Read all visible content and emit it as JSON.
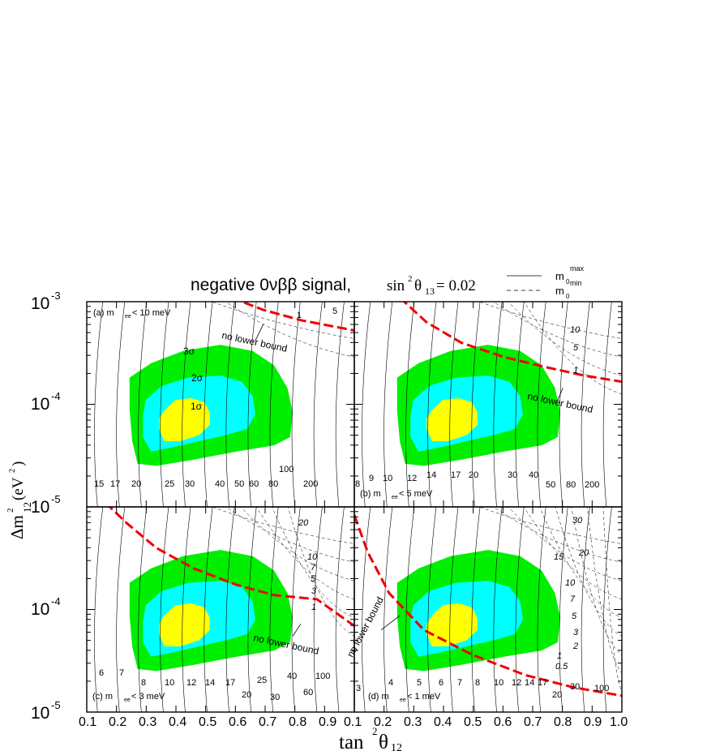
{
  "figure": {
    "title_text": "negative 0νββ signal,",
    "title_param": "sin",
    "title_sup": "2",
    "title_theta": "θ",
    "title_sub": "13",
    "title_value": " = 0.02",
    "legend": [
      {
        "name": "m",
        "sup": "max",
        "sub": "0",
        "style": "solid"
      },
      {
        "name": "m",
        "sup": "min",
        "sub": "0",
        "style": "dashed"
      }
    ],
    "xlabel": {
      "main": "tan",
      "sup": "2",
      "theta": "θ",
      "sub": "12"
    },
    "ylabel": {
      "main": "Δm",
      "sup": "2",
      "sub": "12",
      "unit": "(eV",
      "unitsup": "2",
      "unitend": ")"
    },
    "x_ticks_left": [
      "0.1",
      "0.2",
      "0.3",
      "0.4",
      "0.5",
      "0.6",
      "0.7",
      "0.8",
      "0.9"
    ],
    "x_ticks_right": [
      "0.1",
      "0.2",
      "0.3",
      "0.4",
      "0.5",
      "0.6",
      "0.7",
      "0.8",
      "0.9",
      "1.0"
    ],
    "y_ticks": [
      {
        "base": "10",
        "exp": "-3",
        "value": 0.001
      },
      {
        "base": "10",
        "exp": "-4",
        "value": 0.0001
      },
      {
        "base": "10",
        "exp": "-5",
        "value": 1e-05
      },
      {
        "base": "10",
        "exp": "-4",
        "value": 0.0001
      },
      {
        "base": "10",
        "exp": "-5",
        "value": 1e-05
      }
    ],
    "region_colors": {
      "sigma1": "#ffff00",
      "sigma2": "#00ffff",
      "sigma3": "#00ee00",
      "bound": "#ee0000"
    }
  },
  "chart_data": [
    {
      "type": "contour",
      "panel": "a",
      "label": "(a) m",
      "label_sub": "ee",
      "label_cond": " < 10 meV",
      "xlim": [
        0.1,
        1.0
      ],
      "ylim": [
        1e-05,
        0.001
      ],
      "yscale": "log",
      "sigma_labels": [
        "1σ",
        "2σ",
        "3σ"
      ],
      "solid_labels": [
        "15",
        "17",
        "20",
        "25",
        "30",
        "40",
        "50",
        "60",
        "80",
        "100",
        "200"
      ],
      "dashed_labels": [
        "1",
        "5"
      ],
      "annotation": "no lower bound"
    },
    {
      "type": "contour",
      "panel": "b",
      "label": "(b) m",
      "label_sub": "ee",
      "label_cond": " < 5 meV",
      "xlim": [
        0.1,
        1.0
      ],
      "ylim": [
        1e-05,
        0.001
      ],
      "yscale": "log",
      "solid_labels": [
        "8",
        "9",
        "10",
        "12",
        "14",
        "17",
        "20",
        "30",
        "40",
        "50",
        "80",
        "200"
      ],
      "dashed_labels": [
        "10",
        "5",
        "1"
      ],
      "annotation": "no lower bound"
    },
    {
      "type": "contour",
      "panel": "c",
      "label": "(c) m",
      "label_sub": "ee",
      "label_cond": " < 3 meV",
      "xlim": [
        0.1,
        1.0
      ],
      "ylim": [
        1e-05,
        0.001
      ],
      "yscale": "log",
      "solid_labels": [
        "6",
        "7",
        "8",
        "10",
        "12",
        "14",
        "17",
        "20",
        "25",
        "30",
        "40",
        "60",
        "100"
      ],
      "dashed_labels": [
        "20",
        "10",
        "7",
        "5",
        "3",
        "1"
      ],
      "annotation": "no lower bound"
    },
    {
      "type": "contour",
      "panel": "d",
      "label": "(d) m",
      "label_sub": "ee",
      "label_cond": " < 1 meV",
      "xlim": [
        0.1,
        1.0
      ],
      "ylim": [
        1e-05,
        0.001
      ],
      "yscale": "log",
      "solid_labels": [
        "3",
        "4",
        "5",
        "6",
        "7",
        "8",
        "10",
        "12",
        "14",
        "17",
        "20",
        "30",
        "100"
      ],
      "dashed_labels": [
        "30",
        "20",
        "15",
        "10",
        "7",
        "5",
        "3",
        "2",
        "1",
        "0.5"
      ],
      "annotation": "no lower bound"
    }
  ]
}
